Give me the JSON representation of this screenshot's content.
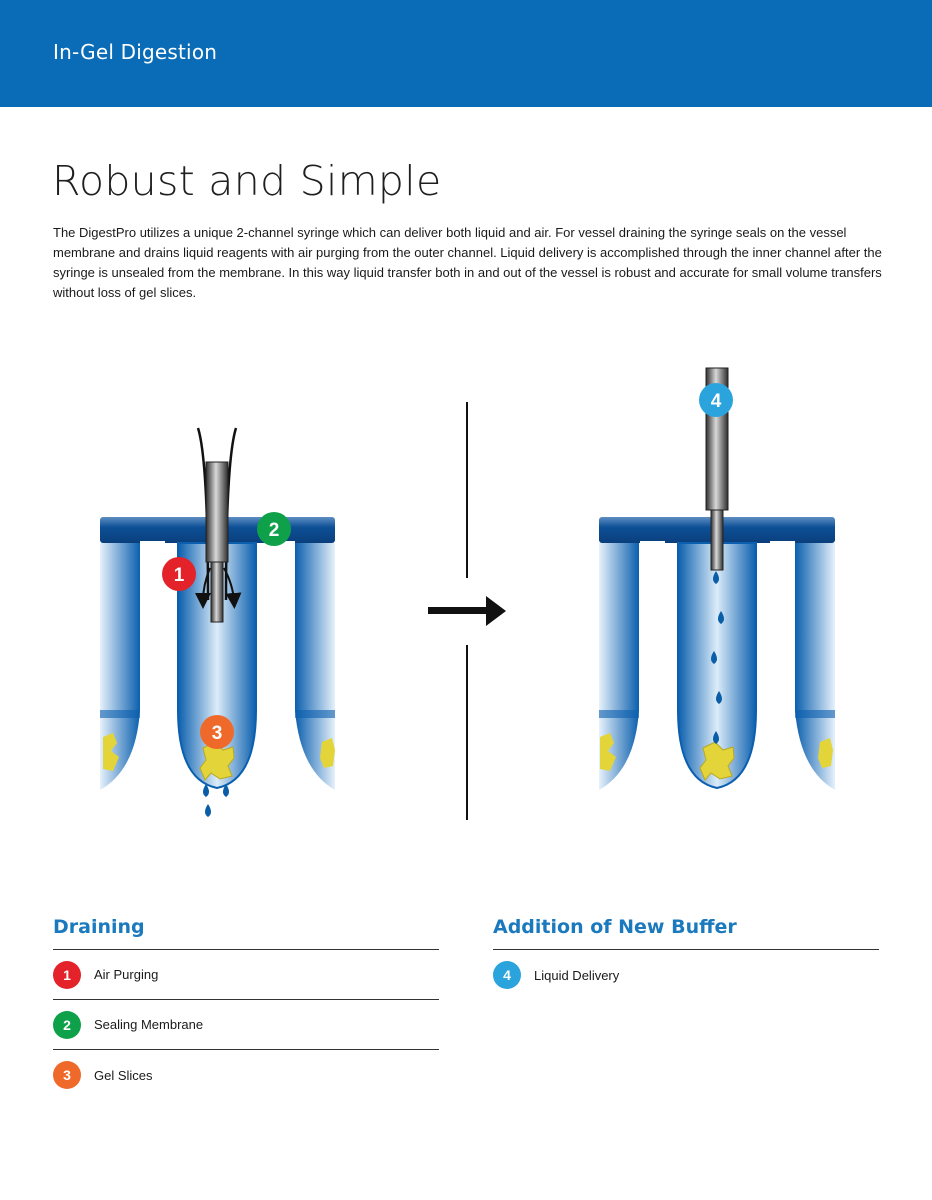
{
  "header": {
    "section_title": "In-Gel Digestion"
  },
  "title": "Robust and Simple",
  "intro": "The DigestPro utilizes a unique 2-channel syringe which can deliver both liquid and air. For vessel draining the syringe seals on the vessel membrane and drains liquid reagents with air purging from the outer channel. Liquid delivery is accomplished through the inner channel after the syringe is unsealed from the membrane. In this way liquid transfer both in and out of the vessel is robust and accurate for small volume transfers without loss of gel slices.",
  "figure": {
    "markers": [
      {
        "number": "1",
        "color": "#e42229"
      },
      {
        "number": "2",
        "color": "#0fa14a"
      },
      {
        "number": "3",
        "color": "#ef6a2a"
      },
      {
        "number": "4",
        "color": "#2ba4de"
      }
    ]
  },
  "legend": {
    "draining": {
      "heading": "Draining",
      "items": [
        {
          "number": "1",
          "label": "Air Purging",
          "color": "#e42229"
        },
        {
          "number": "2",
          "label": "Sealing Membrane",
          "color": "#0fa14a"
        },
        {
          "number": "3",
          "label": "Gel Slices",
          "color": "#ef6a2a"
        }
      ]
    },
    "addition": {
      "heading": "Addition of New Buffer",
      "items": [
        {
          "number": "4",
          "label": "Liquid Delivery",
          "color": "#2ba4de"
        }
      ]
    }
  }
}
